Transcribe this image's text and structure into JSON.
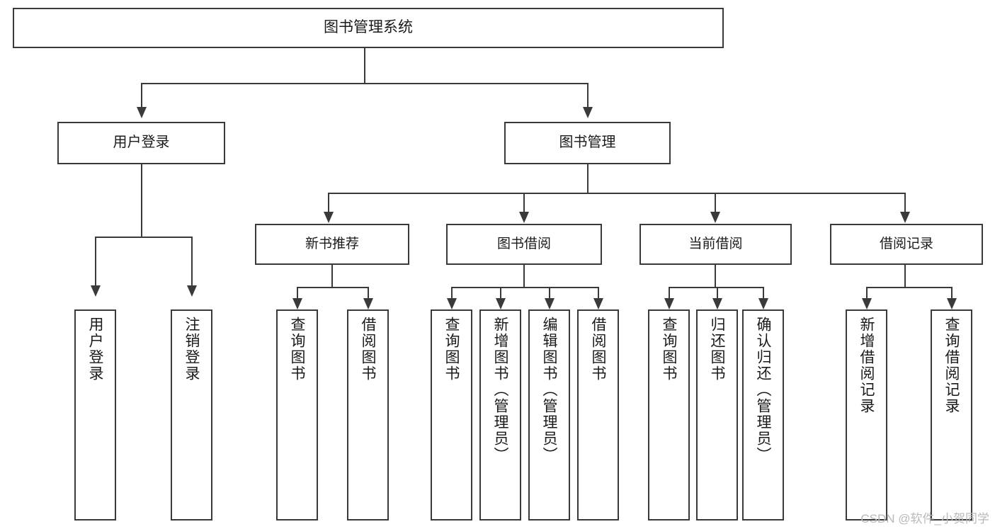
{
  "diagram": {
    "title": "图书管理系统",
    "type": "tree-hierarchy-chart",
    "root": {
      "label": "图书管理系统"
    },
    "level1": [
      {
        "label": "用户登录"
      },
      {
        "label": "图书管理"
      }
    ],
    "level2": [
      {
        "label": "新书推荐"
      },
      {
        "label": "图书借阅"
      },
      {
        "label": "当前借阅"
      },
      {
        "label": "借阅记录"
      }
    ],
    "leaves": {
      "user_login": [
        {
          "label": "用户登录"
        },
        {
          "label": "注销登录"
        }
      ],
      "new_book_recommend": [
        {
          "label": "查询图书"
        },
        {
          "label": "借阅图书"
        }
      ],
      "book_borrow": [
        {
          "label": "查询图书"
        },
        {
          "label": "新增图书（管理员）"
        },
        {
          "label": "编辑图书（管理员）"
        },
        {
          "label": "借阅图书"
        }
      ],
      "current_borrow": [
        {
          "label": "查询图书"
        },
        {
          "label": "归还图书"
        },
        {
          "label": "确认归还（管理员）"
        }
      ],
      "borrow_record": [
        {
          "label": "新增借阅记录"
        },
        {
          "label": "查询借阅记录"
        }
      ]
    }
  },
  "watermark": {
    "text": "CSDN @软件_小贺同学"
  },
  "colors": {
    "stroke": "#3a3a3a",
    "background": "#ffffff",
    "text": "#1a1a1a",
    "watermark": "#b9b9b9"
  }
}
